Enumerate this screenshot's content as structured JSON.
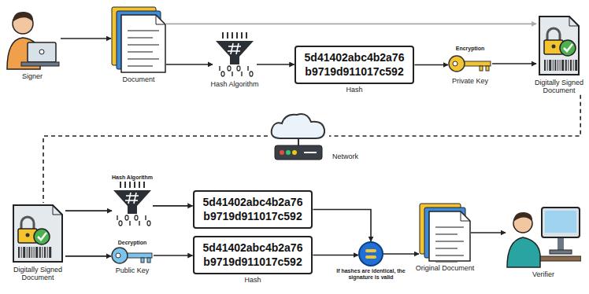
{
  "diagram": {
    "nodes": [
      {
        "text": [
          "Signer"
        ]
      },
      {
        "text": [
          "Document"
        ]
      },
      {
        "text": [
          "Hash Algorithm"
        ]
      },
      {
        "text": [
          "5d41402abc4b2a76 b9719d911017c592",
          "Hash"
        ]
      },
      {
        "text": [
          "Encryption",
          "Private Key"
        ]
      },
      {
        "text": [
          "Digitally Signed Document"
        ]
      },
      {
        "text": [
          "Network"
        ]
      },
      {
        "text": [
          "Digitally Signed Document"
        ]
      },
      {
        "text": [
          "Hash Algorithm"
        ]
      },
      {
        "text": [
          "Decryption",
          "Public Key"
        ]
      },
      {
        "text": [
          "5d41402abc4b2a76 b9719d911017c592"
        ]
      },
      {
        "text": [
          "5d41402abc4b2a76 b9719d911017c592",
          "Hash"
        ]
      },
      {
        "text": [
          "If hashes are identical, the signature is valid"
        ]
      },
      {
        "text": [
          "Original Document"
        ]
      },
      {
        "text": [
          "Verifier"
        ]
      }
    ],
    "edges": [
      {
        "from": 0,
        "to": 1,
        "arrow": "to"
      },
      {
        "from": 1,
        "to": 2,
        "arrow": "to"
      },
      {
        "from": 1,
        "to": 5,
        "arrow": "to"
      },
      {
        "from": 2,
        "to": 3,
        "arrow": "to"
      },
      {
        "from": 3,
        "to": 4,
        "arrow": "to"
      },
      {
        "from": 4,
        "to": 5,
        "arrow": "to"
      },
      {
        "from": 5,
        "to": 6,
        "arrow": "none"
      },
      {
        "from": 6,
        "to": 7,
        "arrow": "none"
      },
      {
        "from": 7,
        "to": 8,
        "arrow": "to"
      },
      {
        "from": 7,
        "to": 9,
        "arrow": "to"
      },
      {
        "from": 8,
        "to": 10,
        "arrow": "to"
      },
      {
        "from": 9,
        "to": 11,
        "arrow": "to"
      },
      {
        "from": 10,
        "to": 12,
        "arrow": "to"
      },
      {
        "from": 11,
        "to": 12,
        "arrow": "to"
      },
      {
        "from": 12,
        "to": 13,
        "arrow": "to"
      },
      {
        "from": 13,
        "to": 14,
        "arrow": "to"
      }
    ]
  }
}
